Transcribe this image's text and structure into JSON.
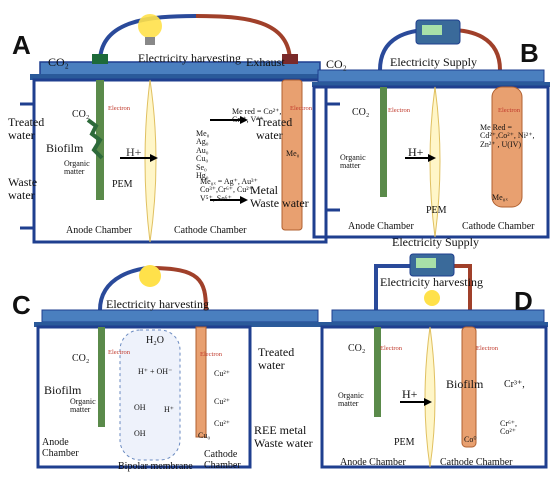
{
  "panels": {
    "a": {
      "letter": "A",
      "co2_out": "CO₂",
      "top_label": "Electricity harvesting",
      "exhaust": "Exhaust",
      "treated_left": "Treated\nwater",
      "treated_right": "Treated\nwater",
      "co2_in": "CO₂",
      "electron_anode": "Electron",
      "electron_cathode": "Electron",
      "biofilm": "Biofilm",
      "organic": "Organic\nmatter",
      "hplus": "H+",
      "pem": "PEM",
      "waste_left": "Waste\nwater",
      "metal_waste": "Metal\nWaste water",
      "anode_chamber": "Anode Chamber",
      "cathode_chamber": "Cathode Chamber",
      "me_list": "Me₀\nAg₀\nAu₀\nCu₀\nSe₀\nHg₀",
      "me_red": "Me red = Co²⁺,\nCr³⁺, V⁴⁺",
      "me_ox": "Me₀ₓ = Ag⁺, Au³⁺\nCo³⁺,Cr⁶⁺, Cu²⁺,\nV⁵⁺, Se⁶⁺",
      "me_rod": "Me₀"
    },
    "b": {
      "letter": "B",
      "co2_out": "CO₂",
      "top_label": "Electricity Supply",
      "electron_anode": "Electron",
      "electron_cathode": "Electron",
      "co2_in": "CO₂",
      "organic": "Organic\nmatter",
      "hplus": "H+",
      "pem": "PEM",
      "anode_chamber": "Anode Chamber",
      "cathode_chamber": "Cathode Chamber",
      "me_red": "Me Red =\nCd²⁺,Co²⁺, Ni²⁺,\nZn²⁺ , U(IV)",
      "me_rod": "Me₀ₓ"
    },
    "c": {
      "letter": "C",
      "top_label": "Electricity harvesting",
      "co2_in": "CO₂",
      "electron_anode": "Electron",
      "electron_cathode": "Electron",
      "biofilm": "Biofilm",
      "organic": "Organic\nmatter",
      "h2o": "H₂O",
      "hoh": "H⁺ + OH⁻",
      "oh1": "OH",
      "oh2": "OH",
      "hplus": "H⁺",
      "treated": "Treated\nwater",
      "cu1": "Cu²⁺",
      "cu2": "Cu²⁺",
      "cu3": "Cu²⁺",
      "cu0": "Cu₀",
      "anode_chamber": "Anode\nChamber",
      "cathode_chamber": "Cathode\nChamber",
      "bipolar": "Bipolar membrane",
      "ree": "REE metal\nWaste water"
    },
    "d": {
      "letter": "D",
      "top_label1": "Electricity Supply",
      "top_label2": "Electricity harvesting",
      "co2_in": "CO₂",
      "electron_anode": "Electron",
      "electron_cathode": "Electron",
      "organic": "Organic\nmatter",
      "hplus": "H+",
      "biofilm": "Biofilm",
      "co_rod": "Co⁰",
      "cr": "Cr³⁺,",
      "crco": "Cr⁶⁺,\nCo²⁺",
      "pem": "PEM",
      "anode_chamber": "Anode Chamber",
      "cathode_chamber": "Cathode Chamber"
    }
  },
  "colors": {
    "tank_outline": "#1f3f8f",
    "lid": "#3d6fb0",
    "wire_left": "#2a4a9a",
    "wire_right": "#a0402a",
    "cathode_rod": "#e8a070",
    "anode_rod": "#5a8a4a"
  }
}
